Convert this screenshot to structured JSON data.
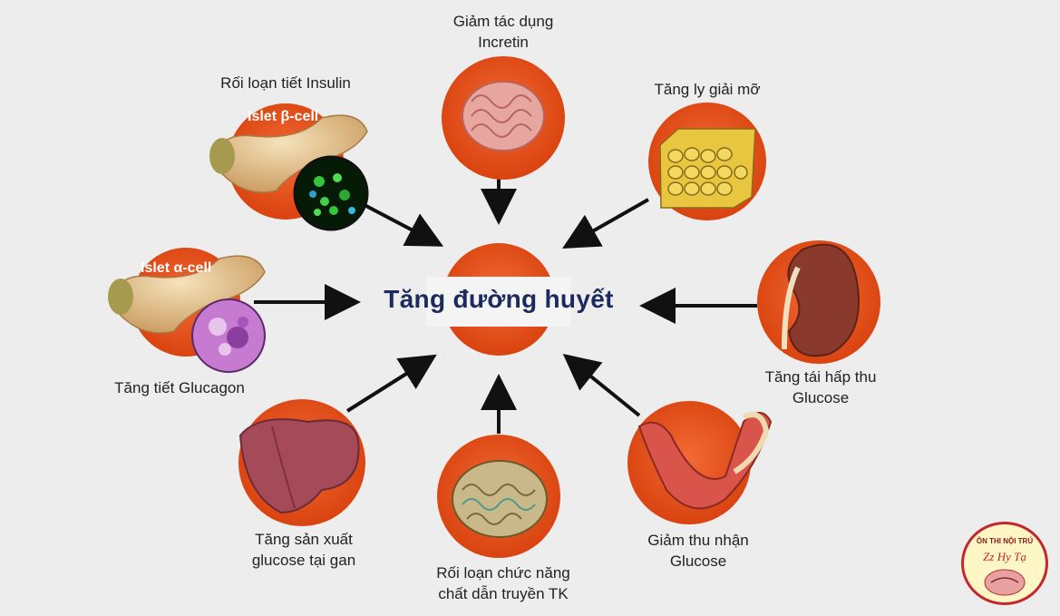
{
  "title": "Tăng đường huyết",
  "factors": {
    "incretin": [
      "Giảm tác dụng",
      "Incretin"
    ],
    "insulin": [
      "Rối loạn tiết Insulin"
    ],
    "lipolysis": [
      "Tăng ly giải mỡ"
    ],
    "glucagon": [
      "Tăng tiết Glucagon"
    ],
    "renal": [
      "Tăng tái hấp thu",
      "Glucose"
    ],
    "liver": [
      "Tăng sản xuất",
      "glucose tại gan"
    ],
    "brain": [
      "Rối loạn chức năng",
      "chất dẫn truyền TK"
    ],
    "muscle": [
      "Giảm thu nhận",
      "Glucose"
    ]
  },
  "tags": {
    "beta": "Islet β-cell",
    "alpha": "Islet α-cell"
  },
  "logo": {
    "top": "ÔN THI NỘI TRÚ",
    "script": "Zz Hy Tạ"
  },
  "colors": {
    "orange": "#e8521f",
    "title": "#1c2a5e",
    "arrow": "#111111"
  }
}
